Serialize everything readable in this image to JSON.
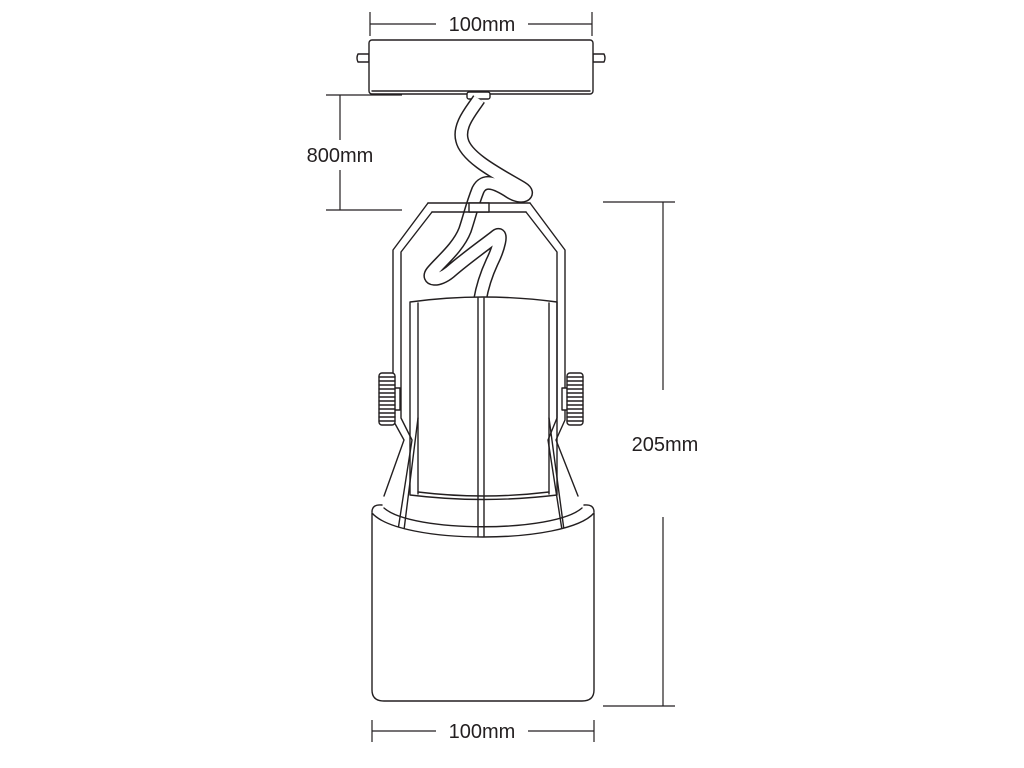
{
  "dimensions": {
    "top_width": "100mm",
    "cable_length": "800mm",
    "height": "205mm",
    "bottom_width": "100mm"
  },
  "line_color": "#231f20"
}
